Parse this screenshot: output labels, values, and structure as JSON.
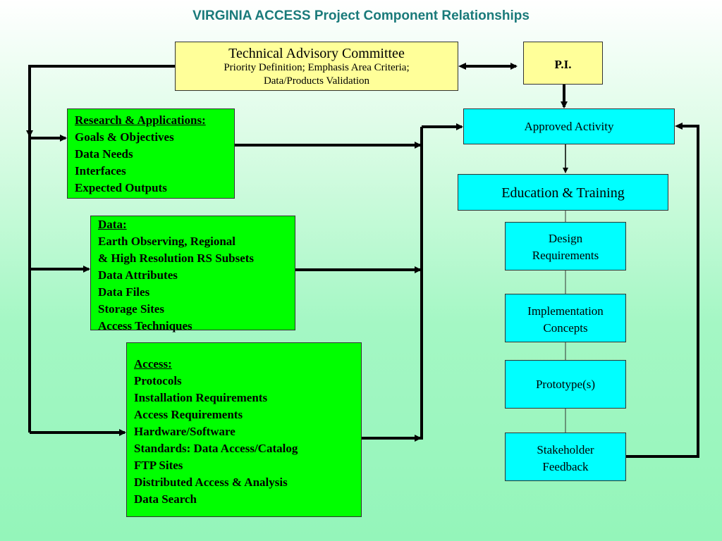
{
  "title": "VIRGINIA ACCESS Project Component Relationships",
  "tac": {
    "title": "Technical Advisory Committee",
    "line1": "Priority Definition; Emphasis Area Criteria;",
    "line2": "Data/Products Validation"
  },
  "pi": {
    "label": "P.I."
  },
  "research": {
    "heading": "Research & Applications:",
    "items": [
      "Goals & Objectives",
      "Data Needs",
      "Interfaces",
      "Expected Outputs"
    ]
  },
  "data": {
    "heading": "Data:",
    "items": [
      "Earth Observing, Regional",
      "& High Resolution RS Subsets",
      "Data Attributes",
      "Data Files",
      "Storage Sites",
      "Access Techniques"
    ]
  },
  "access": {
    "heading": "Access:",
    "items": [
      "Protocols",
      "Installation Requirements",
      "Access Requirements",
      "Hardware/Software",
      "Standards: Data Access/Catalog",
      "FTP Sites",
      "Distributed Access & Analysis",
      "Data Search"
    ]
  },
  "approved": {
    "label": "Approved Activity"
  },
  "education": {
    "label": "Education & Training"
  },
  "design": {
    "line1": "Design",
    "line2": "Requirements"
  },
  "implementation": {
    "line1": "Implementation",
    "line2": "Concepts"
  },
  "prototype": {
    "label": "Prototype(s)"
  },
  "stakeholder": {
    "line1": "Stakeholder",
    "line2": "Feedback"
  },
  "colors": {
    "title_text": "#1a7a7a",
    "advisory_fill": "#ffff99",
    "input_fill": "#00ff00",
    "process_fill": "#00ffff",
    "connector": "#000000"
  }
}
